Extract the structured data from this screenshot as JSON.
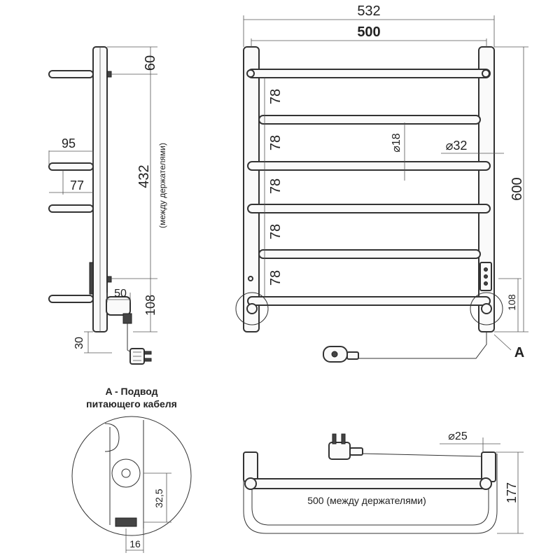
{
  "side_view": {
    "dim_top": "60",
    "dim_bar_outer": "95",
    "dim_bar_inner": "77",
    "dim_holders": "432",
    "dim_holders_note": "(между держателями)",
    "dim_cable_offset": "50",
    "dim_bottom": "108",
    "dim_floor": "30"
  },
  "front_view": {
    "dim_total_width": "532",
    "dim_width": "500",
    "dim_step_1": "78",
    "dim_step_2": "78",
    "dim_step_3": "78",
    "dim_step_4": "78",
    "dim_step_5": "78",
    "dim_bar_diameter": "⌀18",
    "dim_riser_diameter": "⌀32",
    "dim_height": "600",
    "dim_bottom": "108",
    "callout_label": "A"
  },
  "detail_a": {
    "title_line1": "A - Подвод",
    "title_line2": "питающего кабеля",
    "dim_vertical": "32,5",
    "dim_horizontal": "16"
  },
  "top_view": {
    "dim_diameter": "⌀25",
    "dim_depth": "177",
    "dim_holders": "500 (между держателями)"
  }
}
